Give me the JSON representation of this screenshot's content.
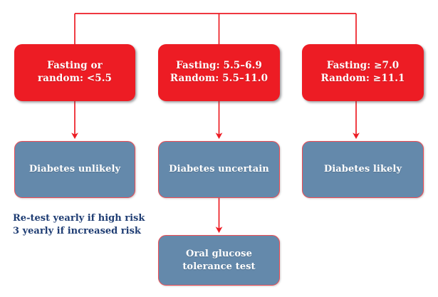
{
  "diagram": {
    "title": "Diabetes diagnosis glucose threshold flowchart",
    "colors": {
      "decision_fill": "#ED1C24",
      "outcome_fill": "#6489AB",
      "outcome_border": "#EF4B52",
      "connector": "#ED1C24",
      "footnote_text": "#1F3D73",
      "node_text": "#FFFFFF",
      "background": "#FFFFFF"
    },
    "decision_nodes": [
      {
        "id": "low",
        "line1": "Fasting or",
        "line2": "random: <5.5"
      },
      {
        "id": "intermediate",
        "line1": "Fasting: 5.5–6.9",
        "line2": "Random: 5.5–11.0"
      },
      {
        "id": "high",
        "line1": "Fasting: ≥7.0",
        "line2": "Random: ≥11.1"
      }
    ],
    "outcome_nodes": [
      {
        "id": "unlikely",
        "line1": "Diabetes unlikely",
        "line2": ""
      },
      {
        "id": "uncertain",
        "line1": "Diabetes uncertain",
        "line2": ""
      },
      {
        "id": "likely",
        "line1": "Diabetes likely",
        "line2": ""
      }
    ],
    "followup_node": {
      "id": "ogtt",
      "line1": "Oral glucose",
      "line2": "tolerance test"
    },
    "footnote": {
      "line1": "Re-test yearly if high risk",
      "line2": "3 yearly if increased risk"
    }
  }
}
